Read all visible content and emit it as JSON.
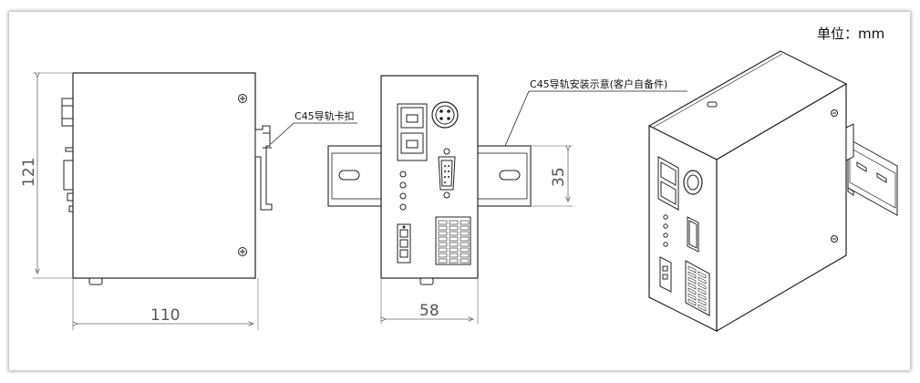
{
  "unit_label": "单位：mm",
  "side_view": {
    "width_dim": "110",
    "height_dim": "121",
    "clip_label": "C45导轨卡扣"
  },
  "front_view": {
    "width_dim": "58",
    "rail_height_dim": "35",
    "rail_label": "C45导轨安装示意(客户自备件)"
  }
}
